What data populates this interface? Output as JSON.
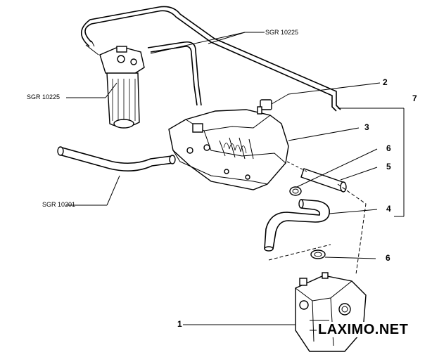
{
  "labels": {
    "sgr_top": "SGR 10225",
    "sgr_left": "SGR 10225",
    "sgr_bottom": "SGR 10201"
  },
  "callouts": {
    "c1": "1",
    "c2": "2",
    "c3": "3",
    "c4": "4",
    "c5": "5",
    "c6a": "6",
    "c6b": "6",
    "c7": "7"
  },
  "watermark": "LAXIMO.NET"
}
